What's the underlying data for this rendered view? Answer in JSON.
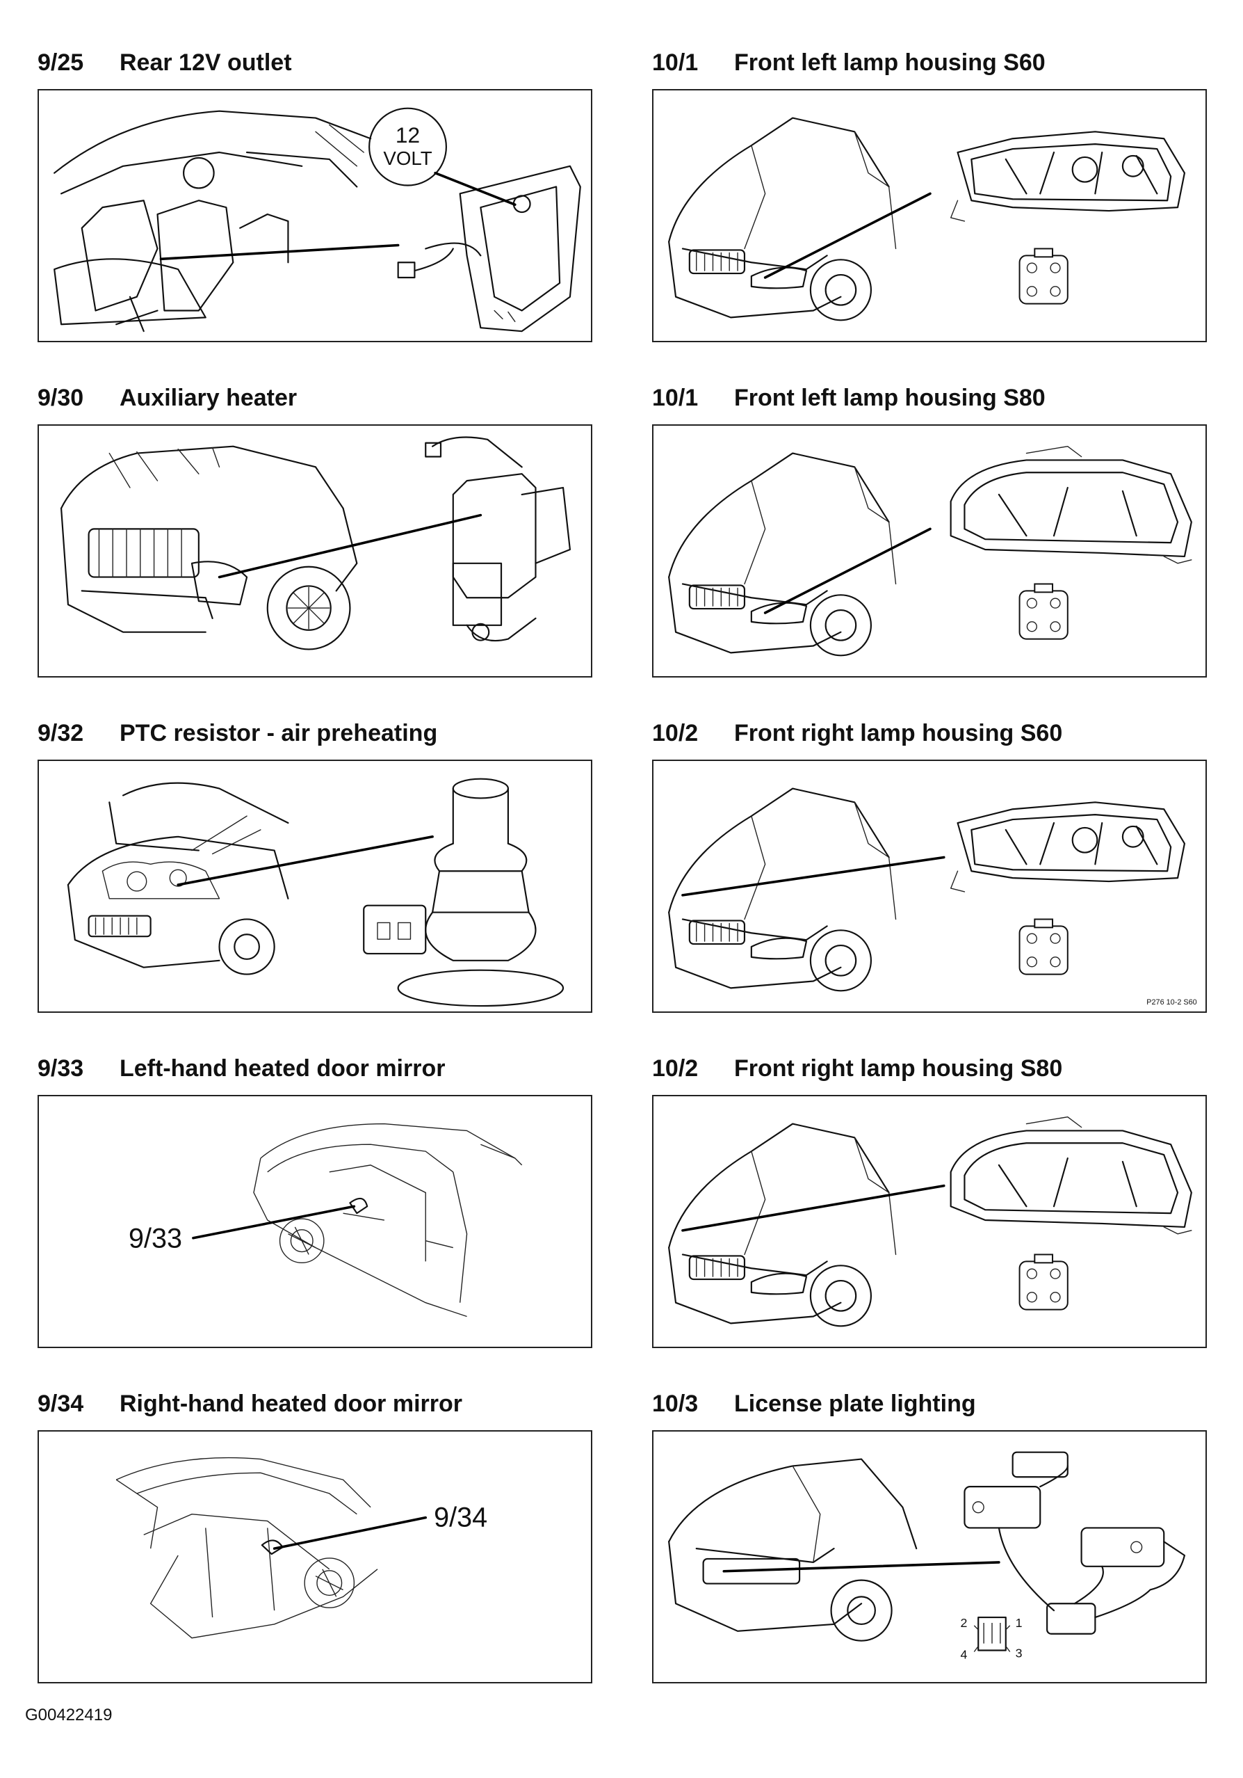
{
  "items": [
    {
      "code": "9/25",
      "title": "Rear 12V outlet",
      "callout": [
        "12",
        "VOLT"
      ]
    },
    {
      "code": "10/1",
      "title": "Front left lamp housing S60"
    },
    {
      "code": "9/30",
      "title": "Auxiliary heater"
    },
    {
      "code": "10/1",
      "title": "Front left lamp housing S80"
    },
    {
      "code": "9/32",
      "title": "PTC resistor - air preheating"
    },
    {
      "code": "10/2",
      "title": "Front right lamp housing S60",
      "ref": "P276 10-2 S60"
    },
    {
      "code": "9/33",
      "title": "Left-hand heated door mirror",
      "callout": "9/33"
    },
    {
      "code": "10/2",
      "title": "Front right lamp housing S80"
    },
    {
      "code": "9/34",
      "title": "Right-hand heated door mirror",
      "callout": "9/34"
    },
    {
      "code": "10/3",
      "title": "License plate lighting",
      "pins": [
        "1",
        "2",
        "3",
        "4"
      ]
    }
  ],
  "footer": "G00422419"
}
